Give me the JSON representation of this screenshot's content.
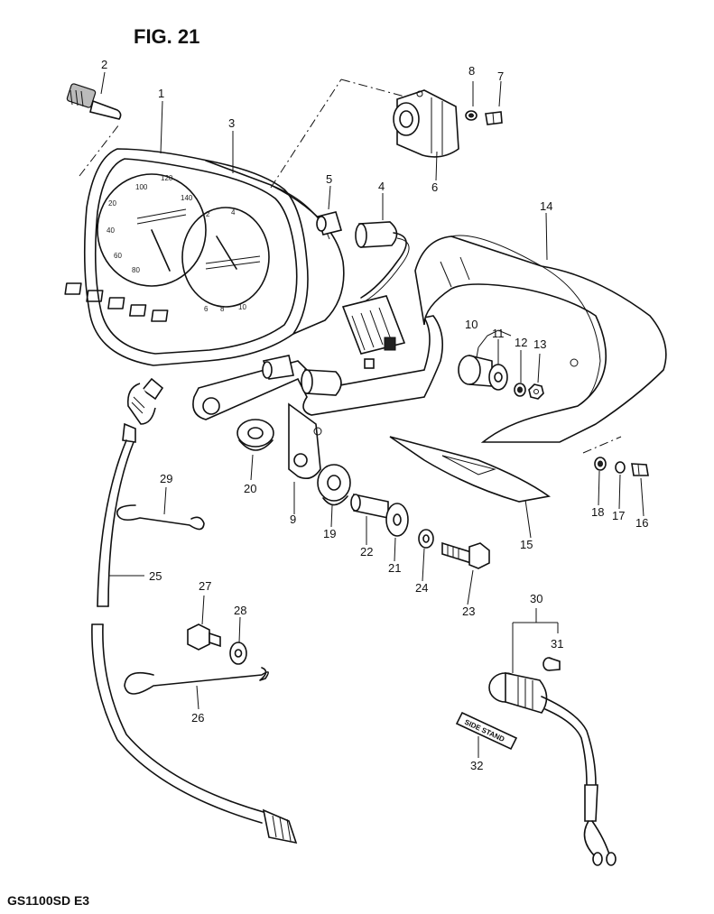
{
  "figure": {
    "title": "FIG. 21",
    "model": "GS1100SD  E3"
  },
  "labels": {
    "1": "1",
    "2": "2",
    "3": "3",
    "4": "4",
    "5": "5",
    "6": "6",
    "7": "7",
    "8": "8",
    "9": "9",
    "10": "10",
    "11": "11",
    "12": "12",
    "13": "13",
    "14": "14",
    "15": "15",
    "16": "16",
    "17": "17",
    "18": "18",
    "19": "19",
    "20": "20",
    "21": "21",
    "22": "22",
    "23": "23",
    "24": "24",
    "25": "25",
    "26": "26",
    "27": "27",
    "28": "28",
    "29": "29",
    "30": "30",
    "31": "31",
    "32": "32"
  },
  "speedo_dial": [
    "20",
    "40",
    "60",
    "80",
    "100",
    "120",
    "140"
  ],
  "tacho_dial": [
    "2",
    "4",
    "6",
    "8",
    "10"
  ],
  "side_stand_badge": "SIDE STAND"
}
